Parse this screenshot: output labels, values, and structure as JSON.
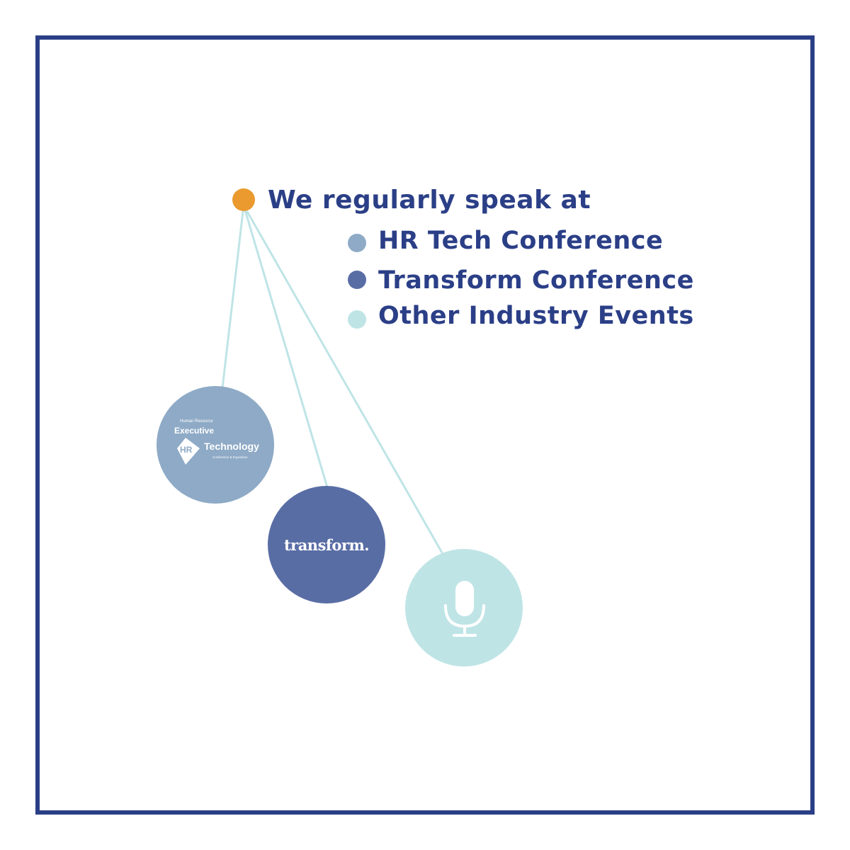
{
  "heading": "We regularly speak at",
  "legend": [
    {
      "label": "HR Tech Conference",
      "color": "#8eaac6"
    },
    {
      "label": "Transform Conference",
      "color": "#596da5"
    },
    {
      "label": "Other Industry Events",
      "color": "#bfe4e6"
    }
  ],
  "colors": {
    "frame": "#2b3f87",
    "root": "#ea9a2e",
    "line": "#bfe4e6",
    "text": "#2b3f87"
  },
  "nodes": [
    {
      "name": "hr-technology-logo",
      "logo_text": [
        "Human Resource",
        "Executive",
        "HR",
        "Technology",
        "Conference & Exposition"
      ]
    },
    {
      "name": "transform-logo",
      "logo_text": [
        "transform."
      ]
    },
    {
      "name": "microphone",
      "icon": "microphone-icon"
    }
  ]
}
